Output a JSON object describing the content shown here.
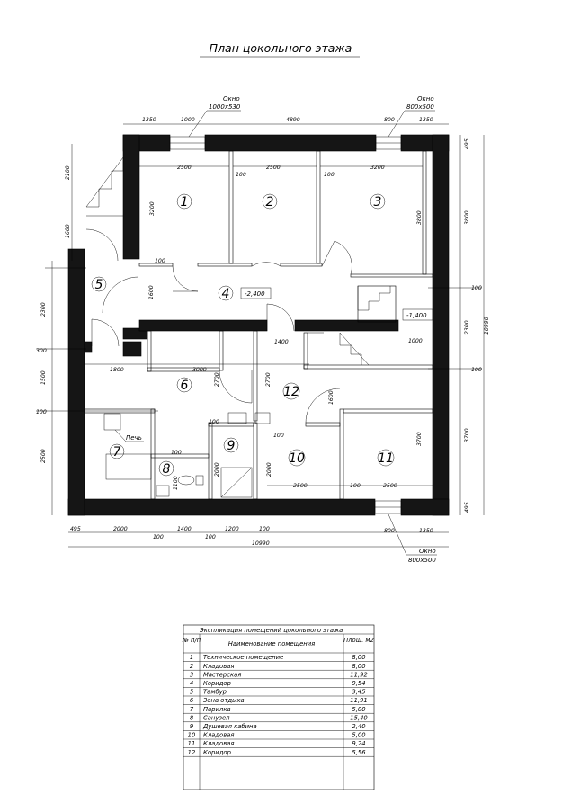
{
  "title": "План цокольного этажа",
  "rooms": [
    {
      "num": "1"
    },
    {
      "num": "2"
    },
    {
      "num": "3"
    },
    {
      "num": "4"
    },
    {
      "num": "5"
    },
    {
      "num": "6"
    },
    {
      "num": "7"
    },
    {
      "num": "8"
    },
    {
      "num": "9"
    },
    {
      "num": "10"
    },
    {
      "num": "11"
    },
    {
      "num": "12"
    }
  ],
  "levels": [
    "-2,400",
    "-1,400"
  ],
  "stove_label": "Печь",
  "windows": [
    "Окно",
    "1000x530",
    "Окно",
    "800x500",
    "Окно",
    "800x500"
  ],
  "dims": {
    "top": [
      "1350",
      "1000",
      "4890",
      "800",
      "1350"
    ],
    "bottom": [
      "495",
      "2000",
      "1400",
      "1200",
      "100",
      "100",
      "100",
      "10990"
    ],
    "right": [
      "495",
      "3800",
      "100",
      "2300",
      "10990",
      "100",
      "3700",
      "495"
    ],
    "left": [
      "2100",
      "1600",
      "2300",
      "300",
      "1500",
      "100",
      "2500"
    ],
    "inner": [
      "2500",
      "2500",
      "3200",
      "100",
      "100",
      "3200",
      "3800",
      "100",
      "1600",
      "1400",
      "1000",
      "1800",
      "3000",
      "2700",
      "2700",
      "1600",
      "100",
      "100",
      "100",
      "2000",
      "2000",
      "1100",
      "3700",
      "2500",
      "100",
      "2500",
      "800",
      "1350"
    ]
  },
  "table": {
    "caption": "Экспликация помещений цокольного этажа",
    "headers": [
      "№ п/п",
      "Наименование помещения",
      "Площ. м2"
    ],
    "rows": [
      [
        "1",
        "Техническое помещение",
        "8,00"
      ],
      [
        "2",
        "Кладовая",
        "8,00"
      ],
      [
        "3",
        "Мастерская",
        "11,92"
      ],
      [
        "4",
        "Коридор",
        "9,54"
      ],
      [
        "5",
        "Тамбур",
        "3,45"
      ],
      [
        "6",
        "Зона отдыха",
        "11,91"
      ],
      [
        "7",
        "Парилка",
        "5,00"
      ],
      [
        "8",
        "Санузел",
        "15,40"
      ],
      [
        "9",
        "Душевая кабина",
        "2,40"
      ],
      [
        "10",
        "Кладовая",
        "5,00"
      ],
      [
        "11",
        "Кладовая",
        "9,24"
      ],
      [
        "12",
        "Коридор",
        "5,56"
      ]
    ]
  }
}
